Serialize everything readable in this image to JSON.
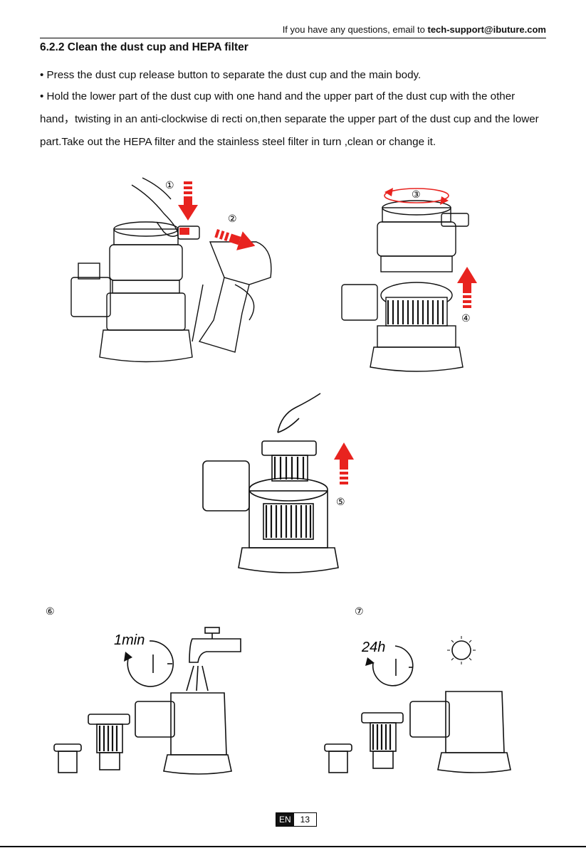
{
  "header": {
    "note_prefix": "If you have any questions, email to ",
    "note_email": "tech-support@ibuture.com"
  },
  "section": {
    "title": "6.2.2 Clean the dust cup and HEPA filter"
  },
  "instructions": [
    "• Press the dust cup release button to separate the dust cup and the main body.",
    "• Hold the lower part of the dust cup with one hand and the upper part of the dust cup with the other hand，twisting in an anti-clockwise di recti on,then separate the upper part of the dust cup and the lower part.Take out the HEPA filter and the stainless steel filter in turn ,clean or change it."
  ],
  "steps": {
    "s1": "①",
    "s2": "②",
    "s3": "③",
    "s4": "④",
    "s5": "⑤",
    "s6": "⑥",
    "s7": "⑦"
  },
  "timers": {
    "wash": "1min",
    "dry": "24h"
  },
  "footer": {
    "lang": "EN",
    "page": "13"
  },
  "colors": {
    "arrow_red": "#e8231f",
    "ink": "#111111"
  }
}
